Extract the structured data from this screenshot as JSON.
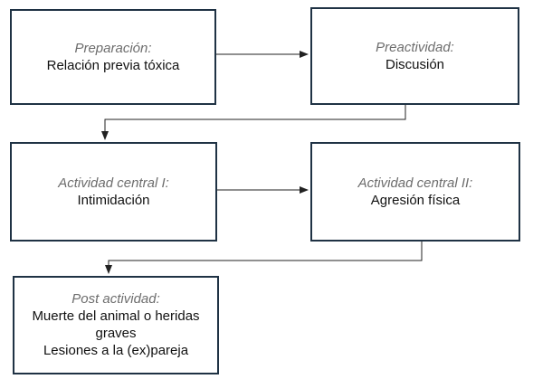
{
  "colors": {
    "border": "#1f3244",
    "arrow": "#222222",
    "title": "#6d6d6d",
    "text": "#111111"
  },
  "steps": [
    {
      "title": "Preparación:",
      "lines": [
        "Relación previa tóxica"
      ]
    },
    {
      "title": "Preactividad:",
      "lines": [
        "Discusión"
      ]
    },
    {
      "title": "Actividad central I:",
      "lines": [
        "Intimidación"
      ]
    },
    {
      "title": "Actividad central II:",
      "lines": [
        "Agresión física"
      ]
    },
    {
      "title": "Post actividad:",
      "lines": [
        "Muerte del animal o heridas graves",
        "Lesiones a la (ex)pareja"
      ]
    }
  ]
}
